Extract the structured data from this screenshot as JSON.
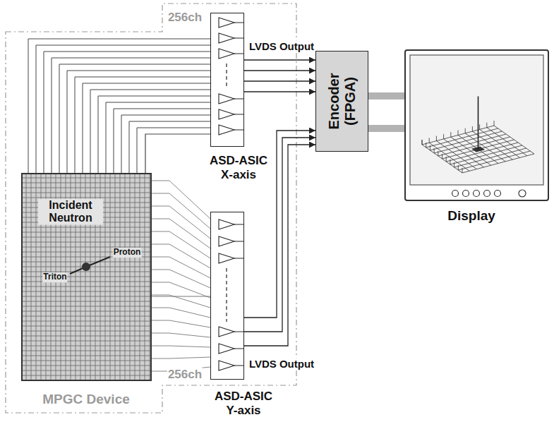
{
  "diagram": {
    "nodes": [
      {
        "text": [
          "Incident Neutron",
          "MPGC Device"
        ]
      },
      {
        "text": [
          "ASD-ASIC X-axis"
        ]
      },
      {
        "text": [
          "ASD-ASIC Y-axis"
        ]
      },
      {
        "text": [
          "Encoder (FPGA)"
        ]
      },
      {
        "text": [
          "Display"
        ]
      }
    ],
    "edges": [
      {
        "from": 0,
        "to": 1,
        "arrow": "none"
      },
      {
        "from": 0,
        "to": 2,
        "arrow": "none"
      },
      {
        "from": 1,
        "to": 3,
        "arrow": "to",
        "label": "LVDS Output"
      },
      {
        "from": 2,
        "to": 3,
        "arrow": "to",
        "label": "LVDS Output"
      },
      {
        "from": 3,
        "to": 4,
        "arrow": "none"
      }
    ],
    "labels": [
      "256ch",
      "Proton",
      "Triton",
      "256ch"
    ]
  }
}
